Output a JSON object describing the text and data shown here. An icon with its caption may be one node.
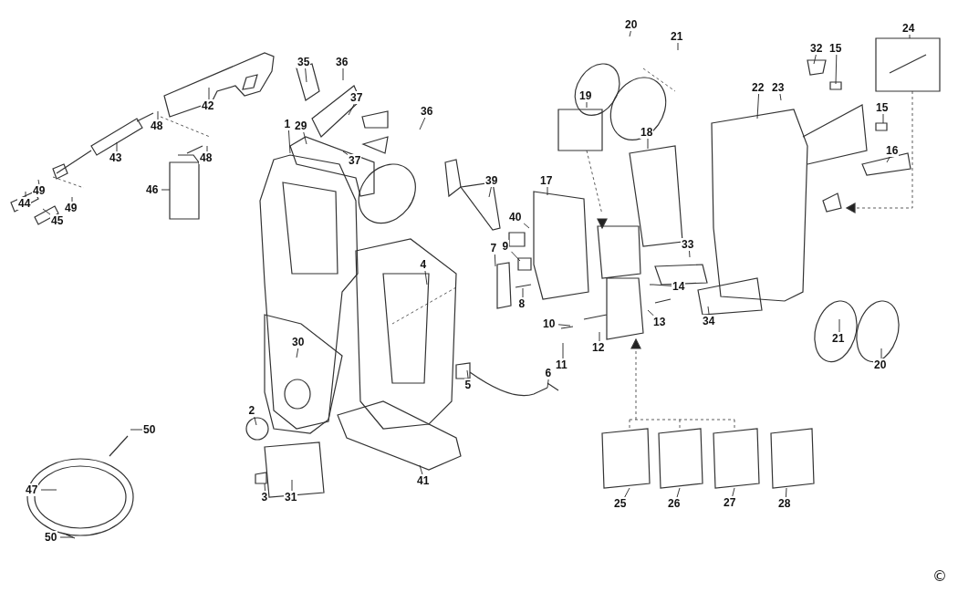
{
  "diagram": {
    "nodes": [
      {
        "text": [
          "1"
        ]
      },
      {
        "text": [
          "29"
        ]
      },
      {
        "text": [
          "35"
        ]
      },
      {
        "text": [
          "36"
        ]
      },
      {
        "text": [
          "37"
        ]
      },
      {
        "text": [
          "37"
        ]
      },
      {
        "text": [
          "36"
        ]
      },
      {
        "text": [
          "42"
        ]
      },
      {
        "text": [
          "48"
        ]
      },
      {
        "text": [
          "48"
        ]
      },
      {
        "text": [
          "43"
        ]
      },
      {
        "text": [
          "46"
        ]
      },
      {
        "text": [
          "49"
        ]
      },
      {
        "text": [
          "44"
        ]
      },
      {
        "text": [
          "49"
        ]
      },
      {
        "text": [
          "45"
        ]
      },
      {
        "text": [
          "39"
        ]
      },
      {
        "text": [
          "17"
        ]
      },
      {
        "text": [
          "40"
        ]
      },
      {
        "text": [
          "7"
        ]
      },
      {
        "text": [
          "9"
        ]
      },
      {
        "text": [
          "8"
        ]
      },
      {
        "text": [
          "4"
        ]
      },
      {
        "text": [
          "10"
        ]
      },
      {
        "text": [
          "11"
        ]
      },
      {
        "text": [
          "12"
        ]
      },
      {
        "text": [
          "13"
        ]
      },
      {
        "text": [
          "14"
        ]
      },
      {
        "text": [
          "33"
        ]
      },
      {
        "text": [
          "34"
        ]
      },
      {
        "text": [
          "18"
        ]
      },
      {
        "text": [
          "19"
        ]
      },
      {
        "text": [
          "20"
        ]
      },
      {
        "text": [
          "21"
        ]
      },
      {
        "text": [
          "32"
        ]
      },
      {
        "text": [
          "15"
        ]
      },
      {
        "text": [
          "22"
        ]
      },
      {
        "text": [
          "23"
        ]
      },
      {
        "text": [
          "24"
        ]
      },
      {
        "text": [
          "15"
        ]
      },
      {
        "text": [
          "16"
        ]
      },
      {
        "text": [
          "21"
        ]
      },
      {
        "text": [
          "20"
        ]
      },
      {
        "text": [
          "30"
        ]
      },
      {
        "text": [
          "2"
        ]
      },
      {
        "text": [
          "5"
        ]
      },
      {
        "text": [
          "6"
        ]
      },
      {
        "text": [
          "3"
        ]
      },
      {
        "text": [
          "31"
        ]
      },
      {
        "text": [
          "41"
        ]
      },
      {
        "text": [
          "50"
        ]
      },
      {
        "text": [
          "47"
        ]
      },
      {
        "text": [
          "50"
        ]
      },
      {
        "text": [
          "25"
        ]
      },
      {
        "text": [
          "26"
        ]
      },
      {
        "text": [
          "27"
        ]
      },
      {
        "text": [
          "28"
        ]
      }
    ],
    "edges": [
      {
        "from": 0,
        "to": null,
        "arrow": "none"
      },
      {
        "from": 1,
        "to": null,
        "arrow": "none"
      },
      {
        "from": 2,
        "to": null,
        "arrow": "none"
      },
      {
        "from": 3,
        "to": null,
        "arrow": "none"
      },
      {
        "from": 4,
        "to": null,
        "arrow": "none"
      },
      {
        "from": 5,
        "to": null,
        "arrow": "none"
      },
      {
        "from": 6,
        "to": null,
        "arrow": "none"
      },
      {
        "from": 7,
        "to": null,
        "arrow": "none"
      },
      {
        "from": 8,
        "to": null,
        "arrow": "none"
      },
      {
        "from": 9,
        "to": null,
        "arrow": "none"
      },
      {
        "from": 10,
        "to": null,
        "arrow": "none"
      },
      {
        "from": 11,
        "to": null,
        "arrow": "none"
      },
      {
        "from": 12,
        "to": null,
        "arrow": "none"
      },
      {
        "from": 13,
        "to": null,
        "arrow": "none"
      },
      {
        "from": 14,
        "to": null,
        "arrow": "none"
      },
      {
        "from": 15,
        "to": null,
        "arrow": "none"
      },
      {
        "from": 16,
        "to": null,
        "arrow": "none"
      },
      {
        "from": 17,
        "to": null,
        "arrow": "none"
      },
      {
        "from": 18,
        "to": null,
        "arrow": "none"
      },
      {
        "from": 19,
        "to": null,
        "arrow": "none"
      },
      {
        "from": 20,
        "to": null,
        "arrow": "none"
      },
      {
        "from": 21,
        "to": null,
        "arrow": "none"
      },
      {
        "from": 22,
        "to": null,
        "arrow": "none"
      },
      {
        "from": 23,
        "to": null,
        "arrow": "none"
      },
      {
        "from": 24,
        "to": null,
        "arrow": "none"
      },
      {
        "from": 25,
        "to": null,
        "arrow": "none"
      },
      {
        "from": 26,
        "to": null,
        "arrow": "none"
      },
      {
        "from": 27,
        "to": null,
        "arrow": "none"
      },
      {
        "from": 28,
        "to": null,
        "arrow": "none"
      },
      {
        "from": 29,
        "to": null,
        "arrow": "none"
      },
      {
        "from": 30,
        "to": null,
        "arrow": "none"
      },
      {
        "from": 31,
        "to": null,
        "arrow": "none"
      },
      {
        "from": 32,
        "to": null,
        "arrow": "none"
      },
      {
        "from": 33,
        "to": null,
        "arrow": "none"
      },
      {
        "from": 34,
        "to": null,
        "arrow": "none"
      },
      {
        "from": 35,
        "to": null,
        "arrow": "none"
      },
      {
        "from": 36,
        "to": null,
        "arrow": "none"
      },
      {
        "from": 37,
        "to": null,
        "arrow": "none"
      },
      {
        "from": 38,
        "to": null,
        "arrow": "none"
      },
      {
        "from": 39,
        "to": null,
        "arrow": "none"
      },
      {
        "from": 40,
        "to": null,
        "arrow": "none"
      },
      {
        "from": 41,
        "to": null,
        "arrow": "none"
      },
      {
        "from": 42,
        "to": null,
        "arrow": "none"
      },
      {
        "from": 43,
        "to": null,
        "arrow": "none"
      },
      {
        "from": 44,
        "to": null,
        "arrow": "none"
      },
      {
        "from": 45,
        "to": null,
        "arrow": "none"
      },
      {
        "from": 46,
        "to": null,
        "arrow": "none"
      },
      {
        "from": 47,
        "to": null,
        "arrow": "none"
      },
      {
        "from": 48,
        "to": null,
        "arrow": "none"
      },
      {
        "from": 49,
        "to": null,
        "arrow": "none"
      },
      {
        "from": 50,
        "to": null,
        "arrow": "none"
      },
      {
        "from": 51,
        "to": null,
        "arrow": "none"
      },
      {
        "from": 52,
        "to": null,
        "arrow": "none"
      },
      {
        "from": 53,
        "to": null,
        "arrow": "none"
      },
      {
        "from": 54,
        "to": null,
        "arrow": "none"
      },
      {
        "from": 55,
        "to": null,
        "arrow": "none"
      },
      {
        "from": 56,
        "to": null,
        "arrow": "none"
      }
    ],
    "labels": [
      "©"
    ]
  }
}
